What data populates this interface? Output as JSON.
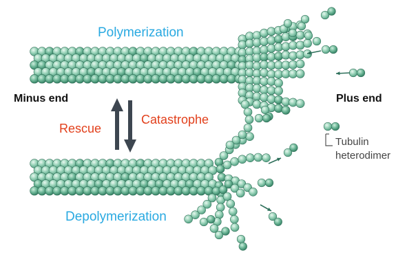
{
  "labels": {
    "polymerization": "Polymerization",
    "depolymerization": "Depolymerization",
    "minus_end": "Minus end",
    "plus_end": "Plus end",
    "rescue": "Rescue",
    "catastrophe": "Catastrophe",
    "tubulin_line1": "Tubulin",
    "tubulin_line2": "heterodimer"
  },
  "colors": {
    "process_label": "#29a9e1",
    "transition_label": "#e2401c",
    "end_label": "#111111",
    "bead_light": "#b9e3cf",
    "bead_mid": "#7cc4a4",
    "bead_dark": "#3f8f72",
    "arrow": "#3d4650"
  },
  "icons": {
    "transition_arrows": "double-vertical-arrow-icon",
    "subunit": "tubulin-bead"
  }
}
